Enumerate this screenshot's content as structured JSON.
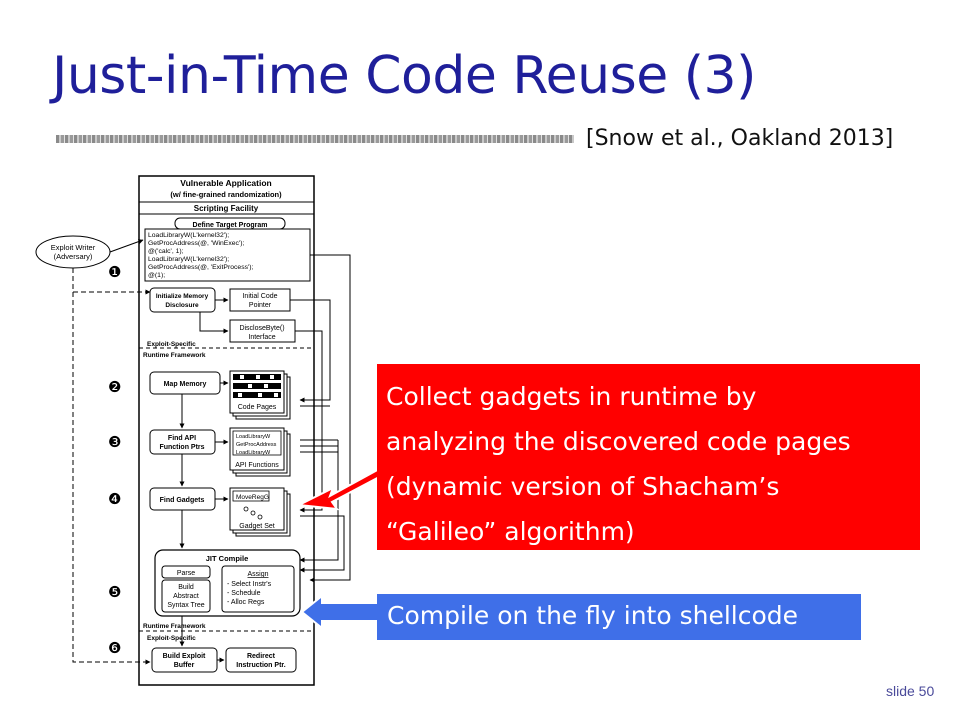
{
  "title": "Just-in-Time Code Reuse (3)",
  "citation": "[Snow et al., Oakland 2013]",
  "callouts": {
    "gadgets_lines": [
      "Collect gadgets in runtime by",
      "analyzing the discovered code pages",
      "(dynamic version of Shacham’s",
      "“Galileo” algorithm)"
    ],
    "compile": "Compile on the fly into shellcode"
  },
  "slide_number": "slide 50",
  "diagram": {
    "app_title": "Vulnerable Application",
    "app_subtitle": "(w/ fine-grained randomization)",
    "scripting_facility": "Scripting Facility",
    "define_target_program": "Define Target Program",
    "code_lines": [
      "LoadLibraryW(L'kernel32');",
      "GetProcAddress(@, 'WinExec');",
      "@('calc', 1);",
      "LoadLibraryW(L'kernel32');",
      "GetProcAddress(@, 'ExitProcess');",
      "@(1);"
    ],
    "exploit_writer": [
      "Exploit Writer",
      "(Adversary)"
    ],
    "step_markers": [
      "❶",
      "❷",
      "❸",
      "❹",
      "❺",
      "❻"
    ],
    "init_memory": [
      "Initialize Memory",
      "Disclosure"
    ],
    "initial_code_pointer": [
      "Initial Code",
      "Pointer"
    ],
    "disclose_byte": [
      "DiscloseByte()",
      "Interface"
    ],
    "exploit_specific": "Exploit-Specific",
    "runtime_framework": "Runtime Framework",
    "map_memory": "Map Memory",
    "code_pages": "Code Pages",
    "find_api": [
      "Find API",
      "Function Ptrs"
    ],
    "api_stack_lines": [
      "LoadLibraryW",
      "GetProcAddress",
      "LoadLibraryW"
    ],
    "api_functions": "API Functions",
    "find_gadgets": "Find Gadgets",
    "move_reg": "MoveRegG",
    "gadget_set": "Gadget Set",
    "jit_compile": "JIT Compile",
    "parse": "Parse",
    "build_ast": [
      "Build",
      "Abstract",
      "Syntax Tree"
    ],
    "assign": "Assign",
    "assign_items": [
      "- Select Instr's",
      "- Schedule",
      "- Alloc Regs"
    ],
    "build_exploit_buffer": [
      "Build Exploit",
      "Buffer"
    ],
    "redirect_instruction": [
      "Redirect",
      "Instruction Ptr."
    ]
  },
  "colors": {
    "title": "#1f1f9a",
    "red_callout": "#ff0000",
    "blue_callout": "#3f6fe8"
  }
}
